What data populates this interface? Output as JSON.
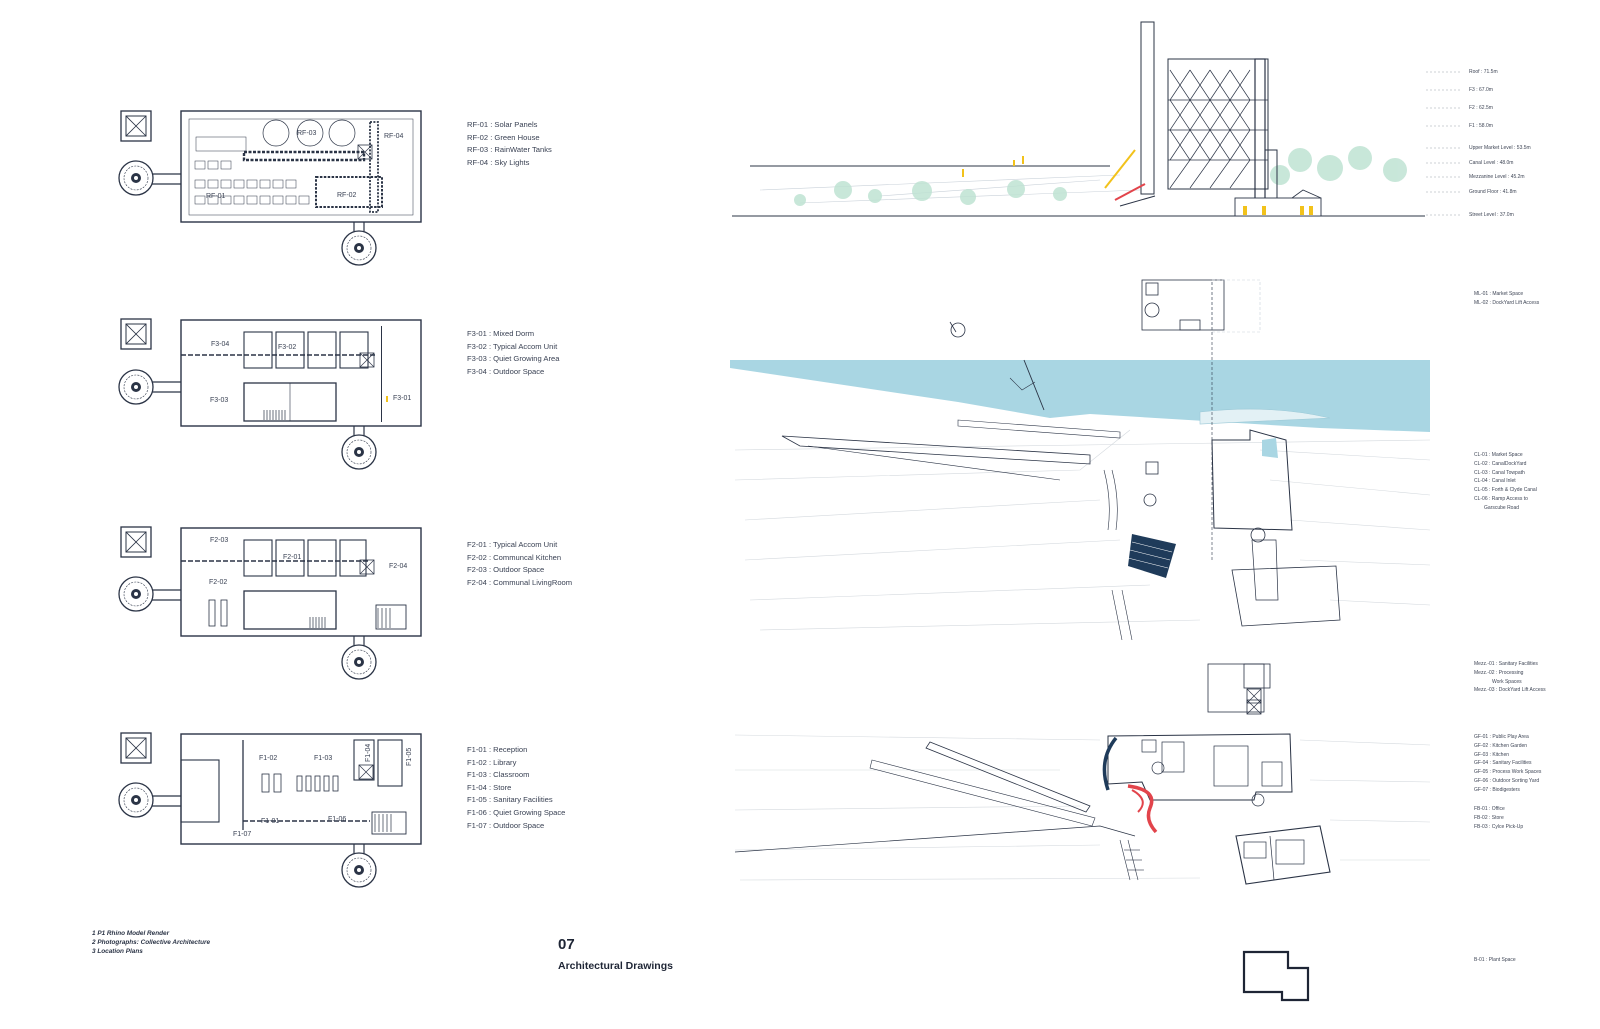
{
  "plans": {
    "roof": {
      "labels": [
        "RF-01",
        "RF-02",
        "RF-03",
        "RF-04"
      ],
      "legend": [
        "RF-01 : Solar Panels",
        "RF-02 : Green House",
        "RF-03 : RainWater Tanks",
        "RF-04 : Sky Lights"
      ]
    },
    "f3": {
      "labels": [
        "F3-04",
        "F3-02",
        "F3-03",
        "F3-01"
      ],
      "legend": [
        "F3-01 : Mixed Dorm",
        "F3-02 : Typical Accom Unit",
        "F3-03 : Quiet Growing Area",
        "F3-04 : Outdoor Space"
      ]
    },
    "f2": {
      "labels": [
        "F2-03",
        "F2-01",
        "F2-02",
        "F2-04"
      ],
      "legend": [
        "F2-01 : Typical Accom Unit",
        "F2-02 : Communcal Kitchen",
        "F2-03 : Outdoor Space",
        "F2-04 : Communal LivingRoom"
      ]
    },
    "f1": {
      "labels": [
        "F1-02",
        "F1-03",
        "F1-04",
        "F1-05",
        "F1-01",
        "F1-06",
        "F1-07"
      ],
      "legend": [
        "F1-01 : Reception",
        "F1-02 : Library",
        "F1-03 : Classroom",
        "F1-04 : Store",
        "F1-05 : Sanitary Facilities",
        "F1-06 : Quiet Growing Space",
        "F1-07 : Outdoor Space"
      ]
    }
  },
  "section": {
    "levels": [
      "Roof : 71.5m",
      "F3 : 67.0m",
      "F2 : 62.5m",
      "F1 : 58.0m",
      "Upper Market Level : 53.5m",
      "Canal Level : 48.0m",
      "Mezzanine Level : 45.2m",
      "Ground Floor : 41.8m",
      "Street Level : 37.0m"
    ]
  },
  "site": {
    "market_legend": [
      "ML-01 : Market Space",
      "ML-02 : DockYard Lift Access"
    ],
    "canal_legend": [
      "CL-01 : Market Space",
      "CL-02 : CanalDockYard",
      "CL-03 : Canal Towpath",
      "CL-04 : Canal Inlet",
      "CL-05 : Forth & Clyde Canal",
      "CL-06 : Ramp Access to",
      "Garscube Road"
    ],
    "mezz_legend": [
      "Mezz.-01 : Sanitary Facilities",
      "Mezz.-02 : Processing",
      "Work Spaces",
      "Mezz.-03 : DockYard Lift Access"
    ],
    "ground_legend": [
      "GF-01 : Public Play Area",
      "GF-02 : Kitchen Garden",
      "GF-03 : Kitchen",
      "GF-04 : Sanitary Facilities",
      "GF-05 : Process Work Spaces",
      "GF-06 : Outdoor Sorting Yard",
      "GF-07 : Biodigesters"
    ],
    "store_legend": [
      "FB-01 : Office",
      "FB-02 : Store",
      "FB-03 : Cylce Pick-Up"
    ],
    "basement_legend": [
      "B-01 : Plant Space"
    ]
  },
  "credits": [
    "1  P1 Rhino Model Render",
    "2  Photographs: Collective Architecture",
    "3  Location Plans"
  ],
  "page": {
    "number": "07",
    "title": "Architectural Drawings"
  },
  "colors": {
    "water": "#a9d6e3",
    "line": "#2b3446",
    "tree": "#bfe3d3",
    "accent_yellow": "#f2c21b",
    "ramp_red": "#e2444b",
    "dark_ramp": "#1f3b5a"
  }
}
